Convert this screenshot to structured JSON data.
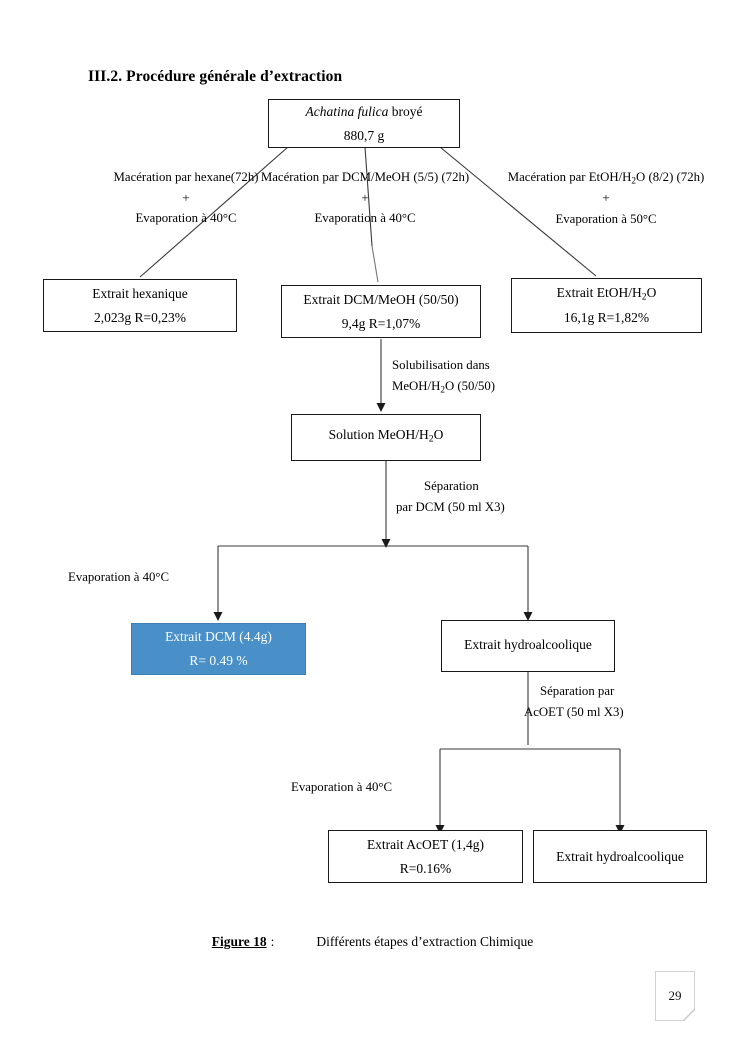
{
  "document": {
    "section_title": "III.2. Procédure générale d’extraction",
    "page_number": "29",
    "caption": {
      "figure_label": "Figure 18",
      "separator": ":",
      "text": "Différents étapes d’extraction Chimique"
    }
  },
  "chart_data": {
    "type": "diagram",
    "title": "Différents étapes d’extraction Chimique",
    "nodes": [
      {
        "id": "source",
        "label_lines": [
          "Achatina fulica broyé",
          "880,7 g"
        ],
        "italic_part": "Achatina fulica",
        "fill": "#ffffff",
        "text_color": "#000000"
      },
      {
        "id": "hexane",
        "label_lines": [
          "Extrait hexanique",
          "2,023g R=0,23%"
        ],
        "fill": "#ffffff",
        "text_color": "#000000"
      },
      {
        "id": "dcm_meoh",
        "label_lines": [
          "Extrait DCM/MeOH (50/50)",
          "9,4g R=1,07%"
        ],
        "fill": "#ffffff",
        "text_color": "#000000"
      },
      {
        "id": "etoh_h2o",
        "label_lines": [
          "Extrait EtOH/H2O",
          "16,1g R=1,82%"
        ],
        "fill": "#ffffff",
        "text_color": "#000000"
      },
      {
        "id": "solution",
        "label_lines": [
          "Solution MeOH/H2O"
        ],
        "fill": "#ffffff",
        "text_color": "#000000"
      },
      {
        "id": "extrait_dcm",
        "label_lines": [
          "Extrait DCM (4.4g)",
          "R= 0.49 %"
        ],
        "fill": "#4a90c8",
        "text_color": "#ffffff"
      },
      {
        "id": "hydro1",
        "label_lines": [
          "Extrait hydroalcoolique"
        ],
        "fill": "#ffffff",
        "text_color": "#000000"
      },
      {
        "id": "acoet",
        "label_lines": [
          "Extrait AcOET (1,4g)",
          "R=0.16%"
        ],
        "fill": "#ffffff",
        "text_color": "#000000"
      },
      {
        "id": "hydro2",
        "label_lines": [
          "Extrait hydroalcoolique"
        ],
        "fill": "#ffffff",
        "text_color": "#000000"
      }
    ],
    "edge_labels": [
      {
        "id": "e1",
        "lines": [
          "Macération par hexane(72h)",
          "+",
          "Evaporation à 40°C"
        ]
      },
      {
        "id": "e2",
        "lines": [
          "Macération par DCM/MeOH (5/5) (72h)",
          "+",
          "Evaporation à 40°C"
        ]
      },
      {
        "id": "e3",
        "lines": [
          "Macération par EtOH/H2O (8/2) (72h)",
          "+",
          "Evaporation à 50°C"
        ]
      },
      {
        "id": "e4",
        "lines": [
          "Solubilisation dans",
          "MeOH/H2O (50/50)"
        ]
      },
      {
        "id": "e5",
        "lines": [
          "Séparation",
          "par DCM (50 ml X3)"
        ]
      },
      {
        "id": "e6",
        "lines": [
          "Evaporation à 40°C"
        ]
      },
      {
        "id": "e7",
        "lines": [
          "Séparation par",
          "AcOET (50 ml X3)"
        ]
      },
      {
        "id": "e8",
        "lines": [
          "Evaporation à 40°C"
        ]
      }
    ]
  },
  "nodes": {
    "source": {
      "line1_italic": "Achatina fulica",
      "line1_rest": " broyé",
      "line2": "880,7 g"
    },
    "hexane": {
      "line1": "Extrait hexanique",
      "line2": "2,023g R=0,23%"
    },
    "dcm_meoh": {
      "line1": "Extrait DCM/MeOH (50/50)",
      "line2": "9,4g R=1,07%"
    },
    "etoh_h2o": {
      "line1_a": "Extrait EtOH/H",
      "line1_sub": "2",
      "line1_b": "O",
      "line2": "16,1g R=1,82%"
    },
    "solution": {
      "line1_a": "Solution MeOH/H",
      "line1_sub": "2",
      "line1_b": "O"
    },
    "extrait_dcm": {
      "line1": "Extrait DCM (4.4g)",
      "line2": "R= 0.49 %"
    },
    "hydro1": {
      "line1": "Extrait hydroalcoolique"
    },
    "acoet": {
      "line1": "Extrait AcOET (1,4g)",
      "line2": "R=0.16%"
    },
    "hydro2": {
      "line1": "Extrait hydroalcoolique"
    }
  },
  "labels": {
    "e1_l1": "Macération par hexane(72h)",
    "e1_l2": "+",
    "e1_l3": "Evaporation à 40°C",
    "e2_l1": "Macération par DCM/MeOH (5/5) (72h)",
    "e2_l2": "+",
    "e2_l3": "Evaporation à 40°C",
    "e3_l1_a": "Macération par EtOH/H",
    "e3_l1_sub": "2",
    "e3_l1_b": "O (8/2) (72h)",
    "e3_l2": "+",
    "e3_l3": "Evaporation à 50°C",
    "e4_l1": "Solubilisation dans",
    "e4_l2_a": "MeOH/H",
    "e4_l2_sub": "2",
    "e4_l2_b": "O (50/50)",
    "e5_l1": "Séparation",
    "e5_l2": "par DCM (50 ml X3)",
    "e6_l1": "Evaporation à 40°C",
    "e7_l1": "Séparation par",
    "e7_l2": "AcOET (50 ml X3)",
    "e8_l1": "Evaporation à 40°C"
  }
}
